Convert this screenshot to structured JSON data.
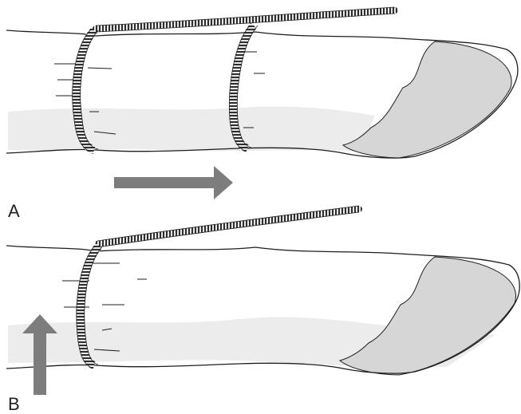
{
  "figure": {
    "panels": [
      {
        "id": "A",
        "label": "A",
        "arrow_direction": "right",
        "bands": 2
      },
      {
        "id": "B",
        "label": "B",
        "arrow_direction": "up",
        "bands": 1
      }
    ]
  },
  "colors": {
    "outline": "#1e1e1e",
    "shaded": "#d6d6d6",
    "band_light": "#ececec",
    "arrow_fill": "#7d7d7d",
    "coil": "#3a3a3a"
  }
}
